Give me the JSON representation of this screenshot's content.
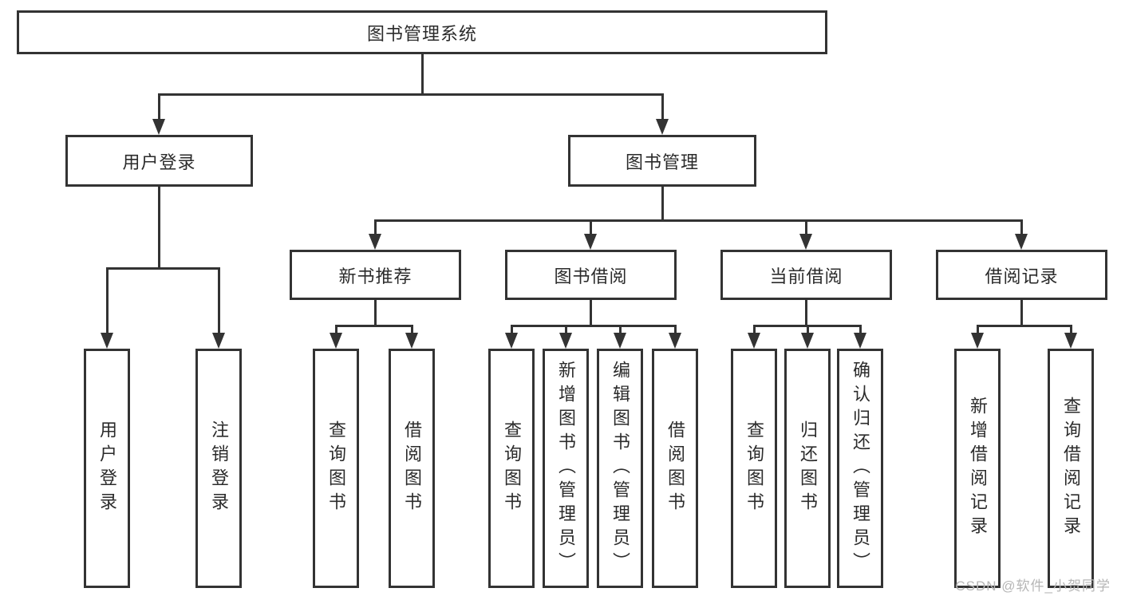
{
  "diagram": {
    "type": "tree",
    "title": "图书管理系统",
    "root": {
      "label": "图书管理系统"
    },
    "level2": [
      {
        "label": "用户登录"
      },
      {
        "label": "图书管理"
      }
    ],
    "level3": [
      {
        "label": "新书推荐"
      },
      {
        "label": "图书借阅"
      },
      {
        "label": "当前借阅"
      },
      {
        "label": "借阅记录"
      }
    ],
    "leaves": {
      "user_login": [
        "用户登录",
        "注销登录"
      ],
      "new_book_recommend": [
        "查询图书",
        "借阅图书"
      ],
      "book_borrow": [
        "查询图书",
        "新增图书（管理员）",
        "编辑图书（管理员）",
        "借阅图书"
      ],
      "current_borrow": [
        "查询图书",
        "归还图书",
        "确认归还（管理员）"
      ],
      "borrow_records": [
        "新增借阅记录",
        "查询借阅记录"
      ]
    }
  },
  "watermark": {
    "text": "CSDN @软件_小贺同学"
  },
  "colors": {
    "line": "#333333",
    "box_border": "#333333",
    "text": "#2b2b2b",
    "watermark": "#b6b6b6",
    "background": "#ffffff"
  }
}
